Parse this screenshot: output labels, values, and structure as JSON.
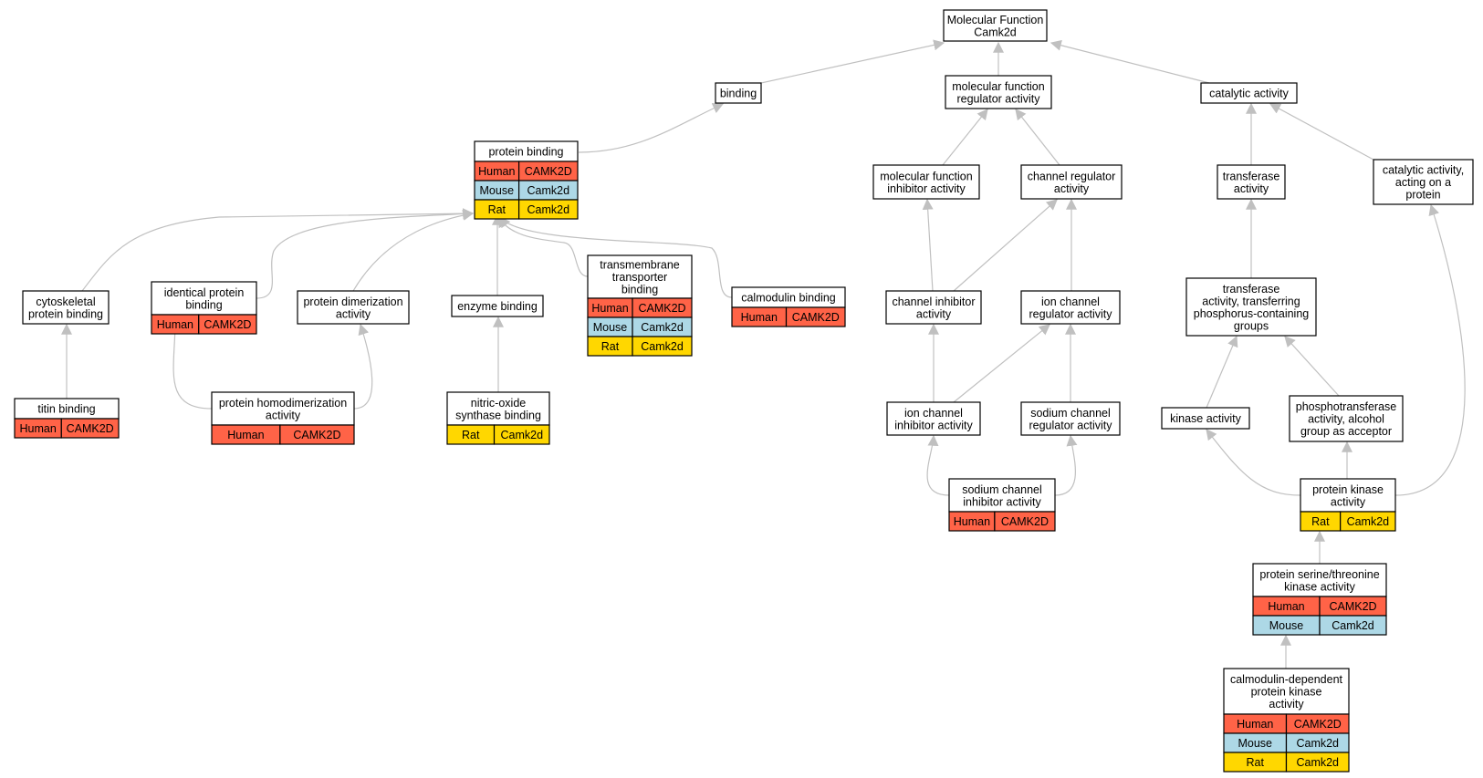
{
  "colors": {
    "Human": "#ff6347",
    "Mouse": "#add8e6",
    "Rat": "#ffd700",
    "edge": "#c0c0c0",
    "border": "#000000"
  },
  "nodes": [
    {
      "id": "root",
      "lines": [
        "Molecular Function",
        "Camk2d"
      ],
      "rows": []
    },
    {
      "id": "binding",
      "lines": [
        "binding"
      ],
      "rows": []
    },
    {
      "id": "mfreg",
      "lines": [
        "molecular function",
        "regulator activity"
      ],
      "rows": []
    },
    {
      "id": "catalytic",
      "lines": [
        "catalytic activity"
      ],
      "rows": []
    },
    {
      "id": "protbind",
      "lines": [
        "protein binding"
      ],
      "rows": [
        {
          "species": "Human",
          "gene": "CAMK2D"
        },
        {
          "species": "Mouse",
          "gene": "Camk2d"
        },
        {
          "species": "Rat",
          "gene": "Camk2d"
        }
      ]
    },
    {
      "id": "mfinhib",
      "lines": [
        "molecular function",
        "inhibitor activity"
      ],
      "rows": []
    },
    {
      "id": "chanreg",
      "lines": [
        "channel regulator",
        "activity"
      ],
      "rows": []
    },
    {
      "id": "transferase",
      "lines": [
        "transferase",
        "activity"
      ],
      "rows": []
    },
    {
      "id": "catprot",
      "lines": [
        "catalytic activity,",
        "acting on a",
        "protein"
      ],
      "rows": []
    },
    {
      "id": "cytoskel",
      "lines": [
        "cytoskeletal",
        "protein binding"
      ],
      "rows": []
    },
    {
      "id": "identical",
      "lines": [
        "identical protein",
        "binding"
      ],
      "rows": [
        {
          "species": "Human",
          "gene": "CAMK2D"
        }
      ]
    },
    {
      "id": "dimer",
      "lines": [
        "protein dimerization",
        "activity"
      ],
      "rows": []
    },
    {
      "id": "enzyme",
      "lines": [
        "enzyme binding"
      ],
      "rows": []
    },
    {
      "id": "transmem",
      "lines": [
        "transmembrane",
        "transporter",
        "binding"
      ],
      "rows": [
        {
          "species": "Human",
          "gene": "CAMK2D"
        },
        {
          "species": "Mouse",
          "gene": "Camk2d"
        },
        {
          "species": "Rat",
          "gene": "Camk2d"
        }
      ]
    },
    {
      "id": "calmod",
      "lines": [
        "calmodulin binding"
      ],
      "rows": [
        {
          "species": "Human",
          "gene": "CAMK2D"
        }
      ]
    },
    {
      "id": "chaninhib",
      "lines": [
        "channel inhibitor",
        "activity"
      ],
      "rows": []
    },
    {
      "id": "ionchanreg",
      "lines": [
        "ion channel",
        "regulator activity"
      ],
      "rows": []
    },
    {
      "id": "transphos",
      "lines": [
        "transferase",
        "activity, transferring",
        "phosphorus-containing",
        "groups"
      ],
      "rows": []
    },
    {
      "id": "titin",
      "lines": [
        "titin binding"
      ],
      "rows": [
        {
          "species": "Human",
          "gene": "CAMK2D"
        }
      ]
    },
    {
      "id": "homodimer",
      "lines": [
        "protein homodimerization",
        "activity"
      ],
      "rows": [
        {
          "species": "Human",
          "gene": "CAMK2D"
        }
      ]
    },
    {
      "id": "nos",
      "lines": [
        "nitric-oxide",
        "synthase binding"
      ],
      "rows": [
        {
          "species": "Rat",
          "gene": "Camk2d"
        }
      ]
    },
    {
      "id": "ionchaninhib",
      "lines": [
        "ion channel",
        "inhibitor activity"
      ],
      "rows": []
    },
    {
      "id": "sodchanreg",
      "lines": [
        "sodium channel",
        "regulator activity"
      ],
      "rows": []
    },
    {
      "id": "kinase",
      "lines": [
        "kinase activity"
      ],
      "rows": []
    },
    {
      "id": "phosalc",
      "lines": [
        "phosphotransferase",
        "activity, alcohol",
        "group as acceptor"
      ],
      "rows": []
    },
    {
      "id": "sodchaninhib",
      "lines": [
        "sodium channel",
        "inhibitor activity"
      ],
      "rows": [
        {
          "species": "Human",
          "gene": "CAMK2D"
        }
      ]
    },
    {
      "id": "protkinase",
      "lines": [
        "protein kinase",
        "activity"
      ],
      "rows": [
        {
          "species": "Rat",
          "gene": "Camk2d"
        }
      ]
    },
    {
      "id": "serthr",
      "lines": [
        "protein serine/threonine",
        "kinase activity"
      ],
      "rows": [
        {
          "species": "Human",
          "gene": "CAMK2D"
        },
        {
          "species": "Mouse",
          "gene": "Camk2d"
        }
      ]
    },
    {
      "id": "camdep",
      "lines": [
        "calmodulin-dependent",
        "protein kinase",
        "activity"
      ],
      "rows": [
        {
          "species": "Human",
          "gene": "CAMK2D"
        },
        {
          "species": "Mouse",
          "gene": "Camk2d"
        },
        {
          "species": "Rat",
          "gene": "Camk2d"
        }
      ]
    }
  ],
  "edges": [
    {
      "from": "binding",
      "to": "root"
    },
    {
      "from": "mfreg",
      "to": "root"
    },
    {
      "from": "catalytic",
      "to": "root"
    },
    {
      "from": "protbind",
      "to": "binding"
    },
    {
      "from": "mfinhib",
      "to": "mfreg"
    },
    {
      "from": "chanreg",
      "to": "mfreg"
    },
    {
      "from": "transferase",
      "to": "catalytic"
    },
    {
      "from": "catprot",
      "to": "catalytic"
    },
    {
      "from": "cytoskel",
      "to": "protbind"
    },
    {
      "from": "identical",
      "to": "protbind"
    },
    {
      "from": "dimer",
      "to": "protbind"
    },
    {
      "from": "enzyme",
      "to": "protbind"
    },
    {
      "from": "transmem",
      "to": "protbind"
    },
    {
      "from": "calmod",
      "to": "protbind"
    },
    {
      "from": "chaninhib",
      "to": "mfinhib"
    },
    {
      "from": "chaninhib",
      "to": "chanreg"
    },
    {
      "from": "ionchanreg",
      "to": "chanreg"
    },
    {
      "from": "transphos",
      "to": "transferase"
    },
    {
      "from": "titin",
      "to": "cytoskel"
    },
    {
      "from": "homodimer",
      "to": "identical"
    },
    {
      "from": "homodimer",
      "to": "dimer"
    },
    {
      "from": "nos",
      "to": "enzyme"
    },
    {
      "from": "ionchaninhib",
      "to": "chaninhib"
    },
    {
      "from": "ionchaninhib",
      "to": "ionchanreg"
    },
    {
      "from": "sodchanreg",
      "to": "ionchanreg"
    },
    {
      "from": "kinase",
      "to": "transphos"
    },
    {
      "from": "phosalc",
      "to": "transphos"
    },
    {
      "from": "sodchaninhib",
      "to": "ionchaninhib"
    },
    {
      "from": "sodchaninhib",
      "to": "sodchanreg"
    },
    {
      "from": "protkinase",
      "to": "kinase"
    },
    {
      "from": "protkinase",
      "to": "phosalc"
    },
    {
      "from": "protkinase",
      "to": "catprot"
    },
    {
      "from": "serthr",
      "to": "protkinase"
    },
    {
      "from": "camdep",
      "to": "serthr"
    }
  ]
}
